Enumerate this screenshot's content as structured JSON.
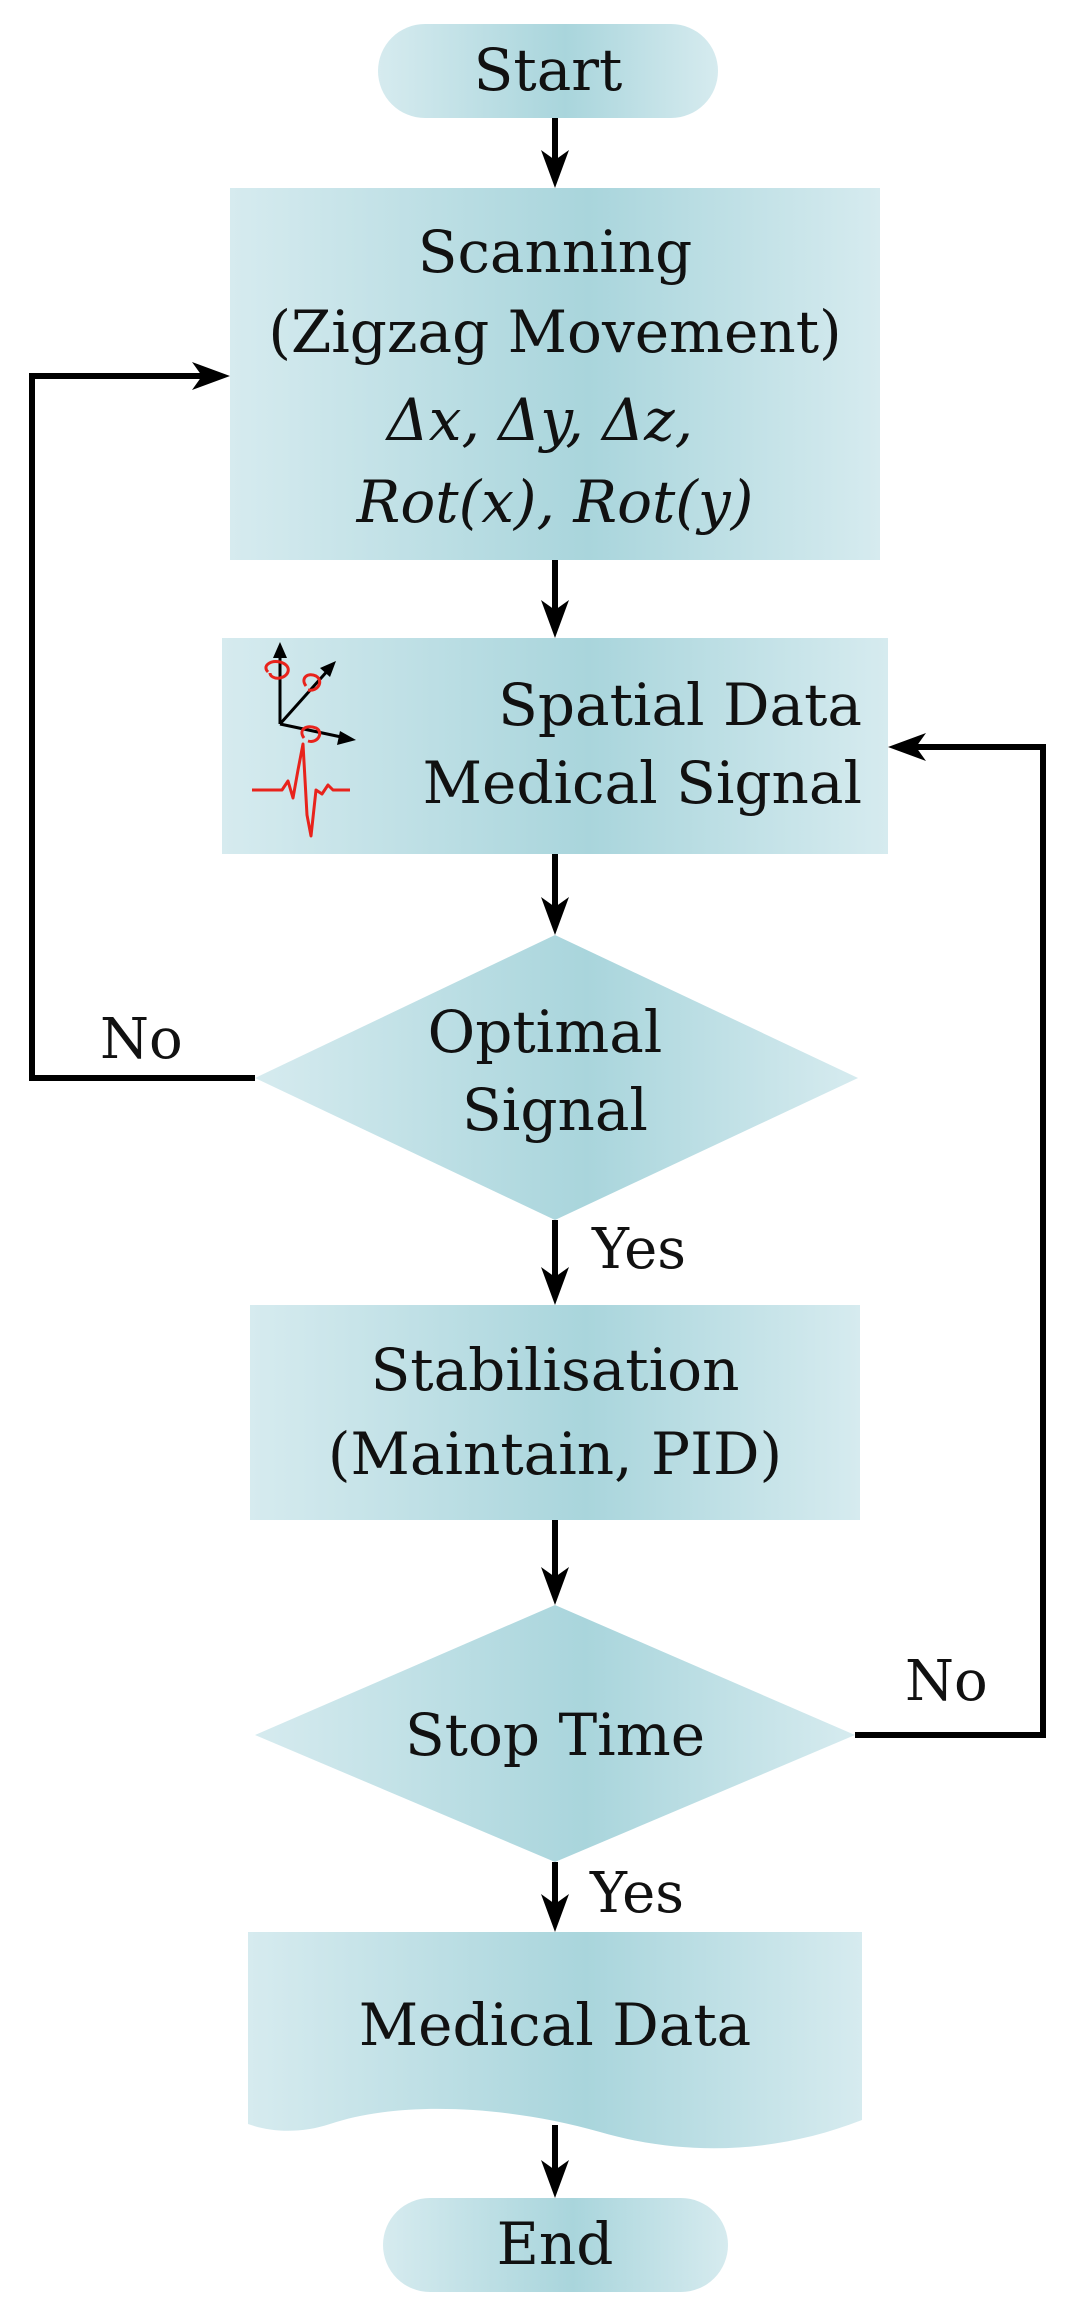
{
  "flowchart": {
    "nodes": {
      "start": {
        "label": "Start"
      },
      "scanning": {
        "lines": [
          "Scanning",
          "(Zigzag Movement)",
          "Δx, Δy, Δz,",
          "Rot(x), Rot(y)"
        ]
      },
      "spatial": {
        "lines": [
          "Spatial Data",
          "Medical Signal"
        ]
      },
      "optimal": {
        "lines": [
          "Optimal",
          "Signal"
        ]
      },
      "stabilisation": {
        "lines": [
          "Stabilisation",
          "(Maintain, PID)"
        ]
      },
      "stop": {
        "label": "Stop Time"
      },
      "medical": {
        "label": "Medical Data"
      },
      "end": {
        "label": "End"
      }
    },
    "edge_labels": {
      "optimal_no": "No",
      "optimal_yes": "Yes",
      "stop_no": "No",
      "stop_yes": "Yes"
    },
    "colors": {
      "node_light": "#d6ebef",
      "node_mid": "#a9d5dc",
      "edge": "#000000",
      "signal_icon": "#e8231c",
      "axes_icon": "#000000"
    },
    "icons": [
      "axes-rotation-icon",
      "ecg-signal-icon"
    ]
  }
}
